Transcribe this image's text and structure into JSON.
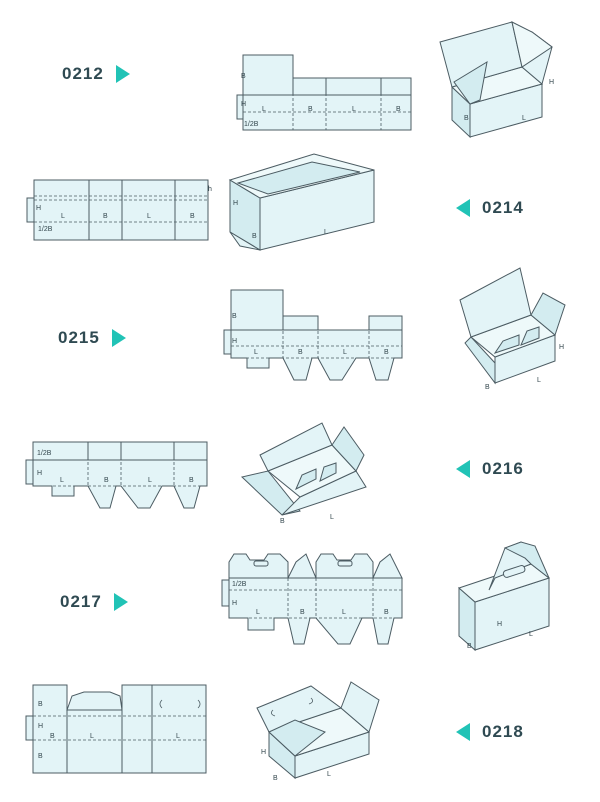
{
  "accent_color": "#21c3b6",
  "boxes": [
    {
      "code": "0212",
      "flat_labels": {
        "b1": "B",
        "h": "H",
        "half_b": "1/2B",
        "l1": "L",
        "b2": "B",
        "l2": "L",
        "b3": "B"
      },
      "iso_labels": {
        "h": "H",
        "b": "B",
        "l": "L"
      }
    },
    {
      "code": "0214",
      "flat_labels": {
        "h_right": "h",
        "h": "H",
        "half_b": "1/2B",
        "l1": "L",
        "b1": "B",
        "l2": "L",
        "b2": "B"
      },
      "iso_labels": {
        "h": "H",
        "b": "B",
        "l": "L"
      }
    },
    {
      "code": "0215",
      "flat_labels": {
        "b_top": "B",
        "h": "H",
        "l1": "L",
        "b1": "B",
        "l2": "L",
        "b2": "B"
      },
      "iso_labels": {
        "h": "H",
        "b": "B",
        "l": "L"
      }
    },
    {
      "code": "0216",
      "flat_labels": {
        "half_b": "1/2B",
        "h": "H",
        "l1": "L",
        "b1": "B",
        "l2": "L",
        "b2": "B"
      },
      "iso_labels": {
        "b": "B",
        "l": "L"
      }
    },
    {
      "code": "0217",
      "flat_labels": {
        "half_b": "1/2B",
        "h": "H",
        "l1": "L",
        "b1": "B",
        "l2": "L",
        "b2": "B"
      },
      "iso_labels": {
        "h": "H",
        "b": "B",
        "l": "L"
      }
    },
    {
      "code": "0218",
      "flat_labels": {
        "b_top": "B",
        "h": "H",
        "b_mid": "B",
        "l1": "L",
        "l2": "L",
        "b_bottom": "B"
      },
      "iso_labels": {
        "h": "H",
        "b": "B",
        "l": "L"
      }
    }
  ]
}
